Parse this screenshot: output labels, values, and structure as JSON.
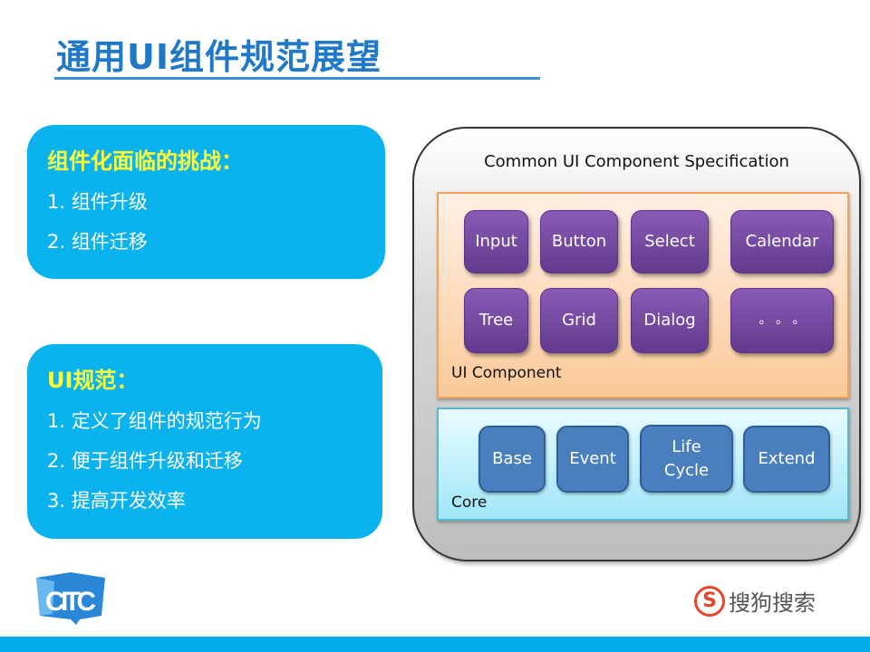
{
  "title": "通用UI组件规范展望",
  "challenges": {
    "heading": "组件化面临的挑战：",
    "items": [
      "1.  组件升级",
      "2.  组件迁移"
    ]
  },
  "spec": {
    "heading": "UI规范：",
    "items": [
      "1.  定义了组件的规范行为",
      "2.  便于组件升级和迁移",
      "3.  提高开发效率"
    ]
  },
  "diagram": {
    "title": "Common UI Component Specification",
    "ui_label": "UI Component",
    "ui_components": [
      "Input",
      "Button",
      "Select",
      "Calendar",
      "Tree",
      "Grid",
      "Dialog",
      "。 。 。"
    ],
    "core_label": "Core",
    "core_components": [
      "Base",
      "Event",
      "Life\nCycle",
      "Extend"
    ]
  },
  "logos": {
    "left": "CITC",
    "right_icon": "S",
    "right": "搜狗搜索"
  }
}
